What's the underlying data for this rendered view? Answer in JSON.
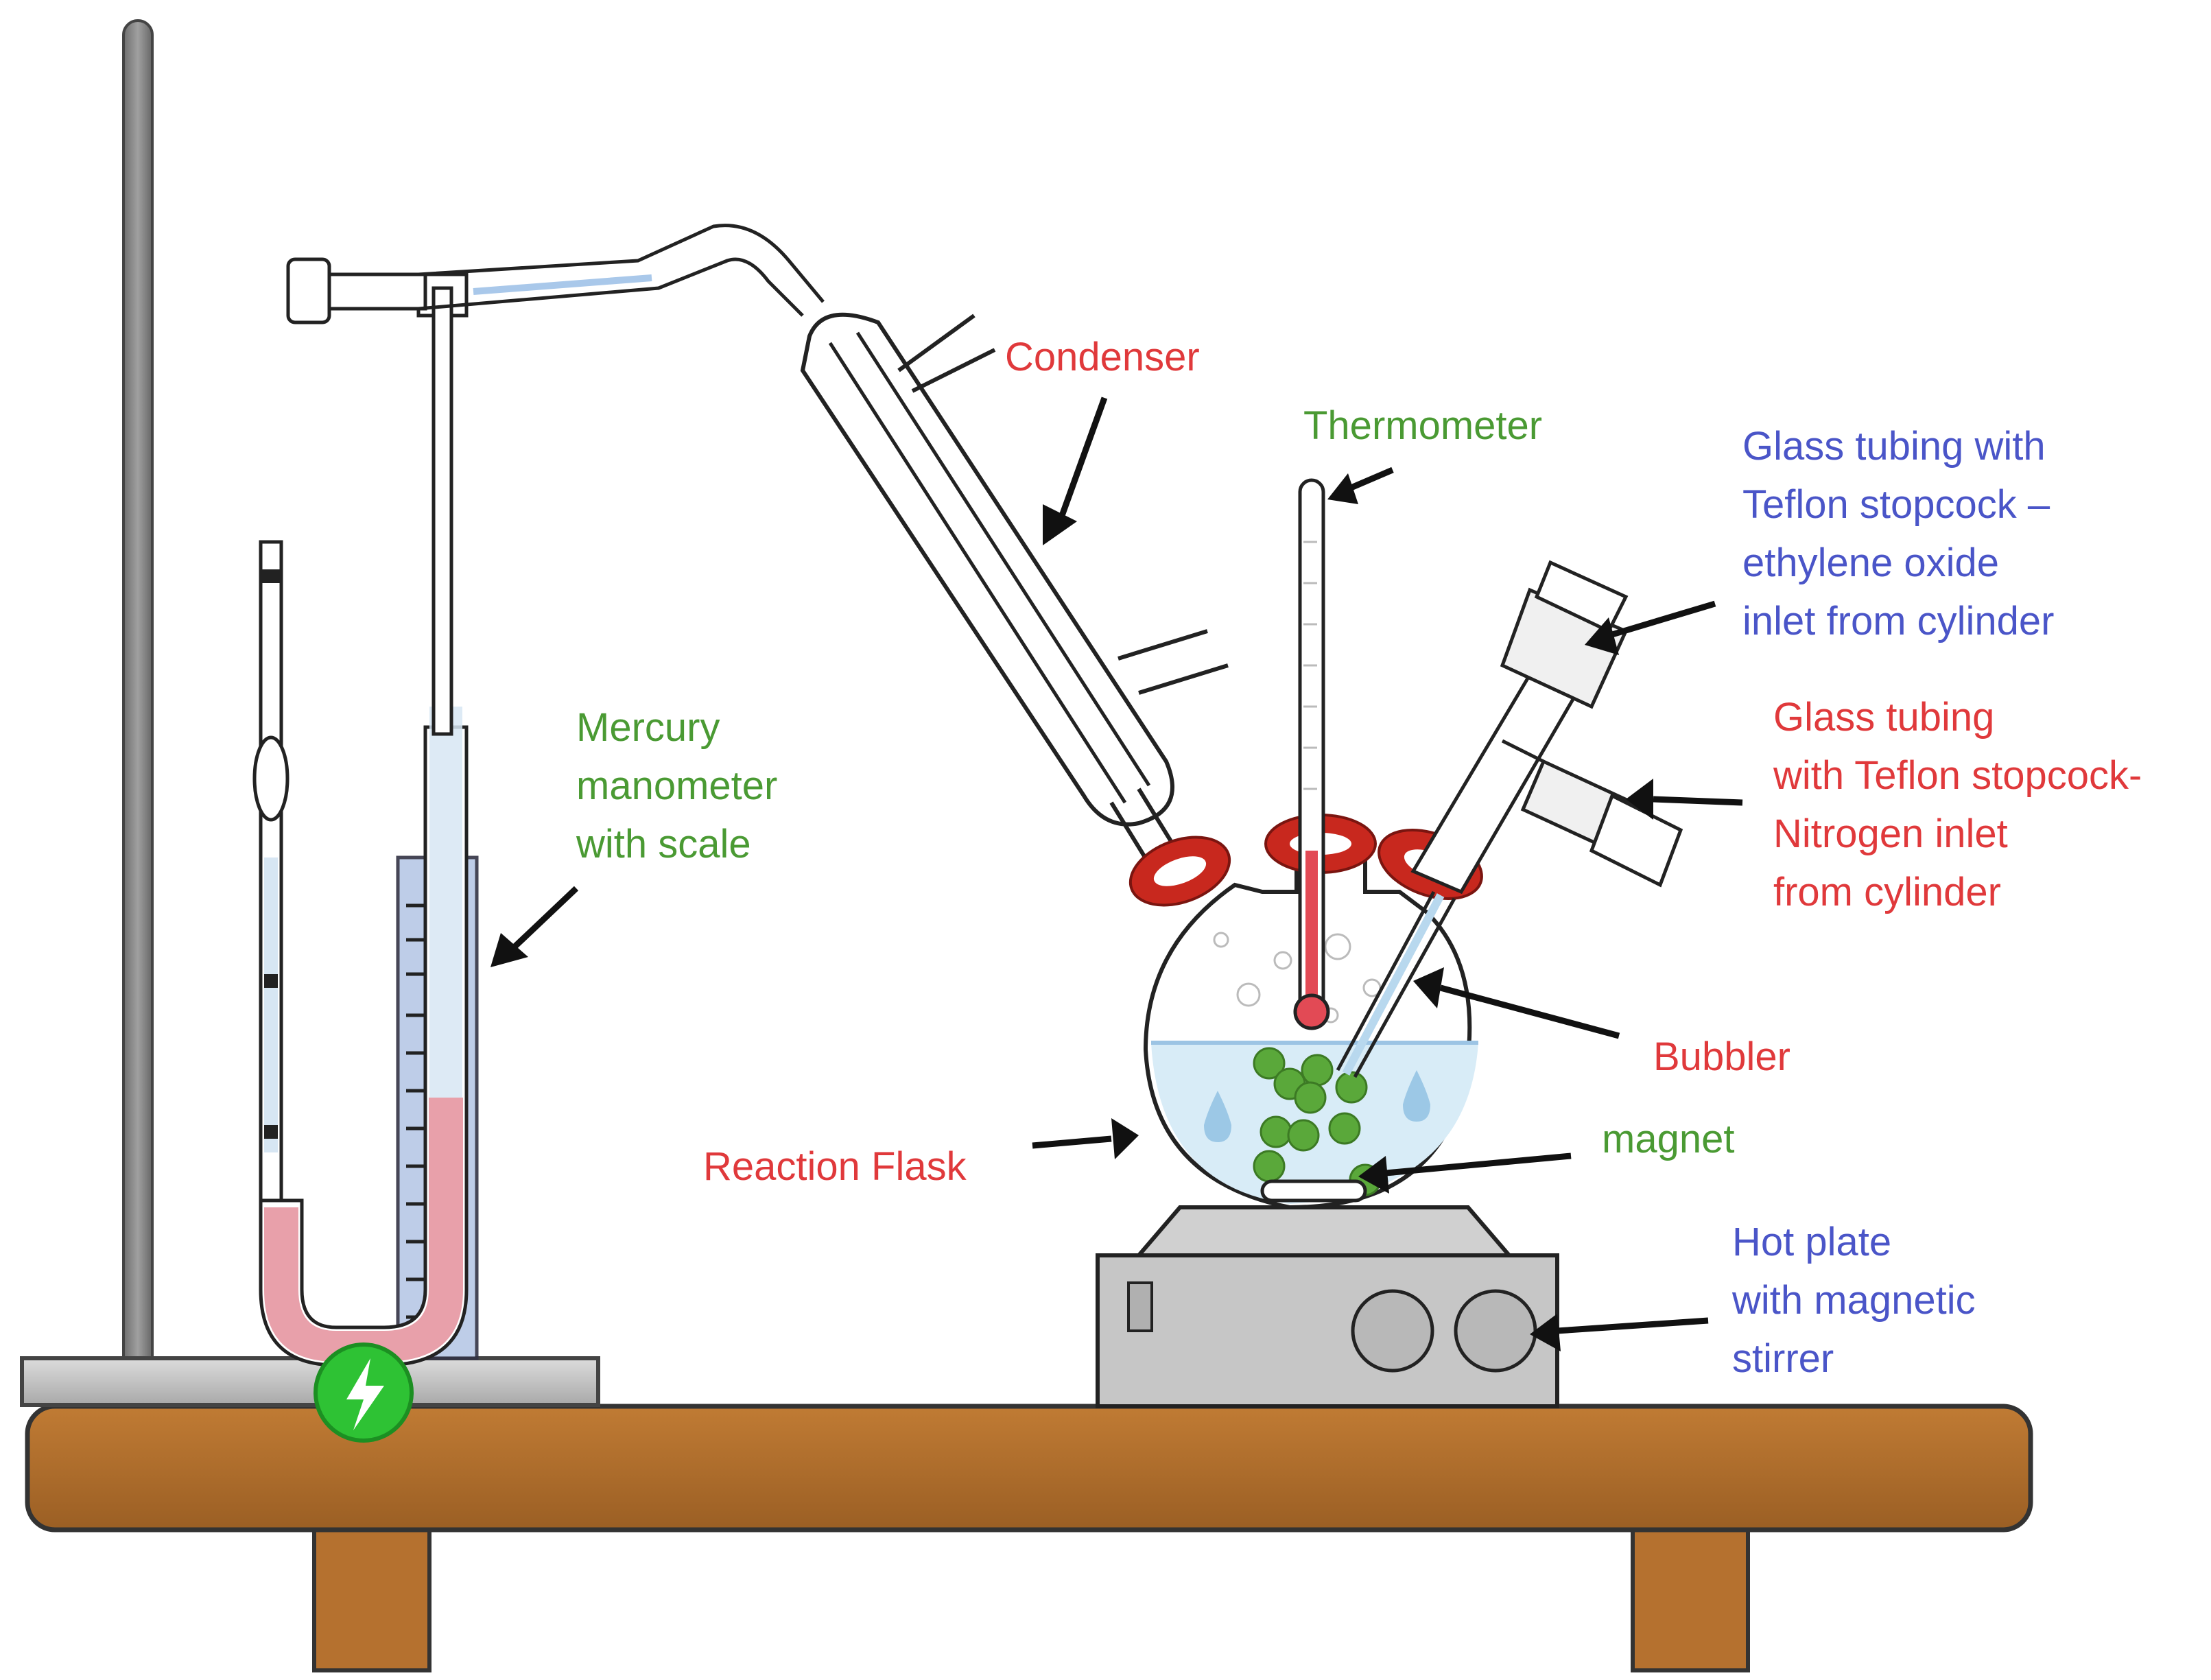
{
  "labels": {
    "condenser": [
      "Condenser"
    ],
    "thermometer": [
      "Thermometer"
    ],
    "ethylene_inlet": [
      "Glass tubing with",
      "Teflon stopcock –",
      " ethylene oxide",
      "inlet from cylinder"
    ],
    "nitrogen_inlet": [
      "Glass tubing",
      "with Teflon stopcock-",
      "Nitrogen inlet",
      " from cylinder"
    ],
    "manometer": [
      "Mercury",
      "manometer",
      "with scale"
    ],
    "bubbler": [
      "Bubbler"
    ],
    "reaction_flask": [
      "Reaction Flask"
    ],
    "magnet": [
      "magnet"
    ],
    "hot_plate": [
      "Hot plate",
      "with magnetic",
      "stirrer"
    ]
  },
  "colors": {
    "red_label": "#e0393b",
    "green_label": "#4a9a33",
    "blue_label": "#4a55c8",
    "table_wood": "#b5712f",
    "mercury": "#e8a0aa",
    "clamp": "#c8281e",
    "liquid": "#d8ecf7",
    "beads": "#5aa83a"
  },
  "icons": [
    "lightning-badge-icon"
  ]
}
